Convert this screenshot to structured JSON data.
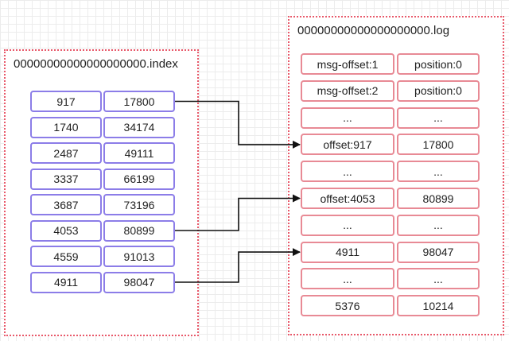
{
  "index_file": {
    "name": "00000000000000000000.index",
    "rows": [
      {
        "offset": "917",
        "position": "17800"
      },
      {
        "offset": "1740",
        "position": "34174"
      },
      {
        "offset": "2487",
        "position": "49111"
      },
      {
        "offset": "3337",
        "position": "66199"
      },
      {
        "offset": "3687",
        "position": "73196"
      },
      {
        "offset": "4053",
        "position": "80899"
      },
      {
        "offset": "4559",
        "position": "91013"
      },
      {
        "offset": "4911",
        "position": "98047"
      }
    ]
  },
  "log_file": {
    "name": "00000000000000000000.log",
    "rows": [
      {
        "offset": "msg-offset:1",
        "position": "position:0"
      },
      {
        "offset": "msg-offset:2",
        "position": "position:0"
      },
      {
        "offset": "...",
        "position": "..."
      },
      {
        "offset": "offset:917",
        "position": "17800"
      },
      {
        "offset": "...",
        "position": "..."
      },
      {
        "offset": "offset:4053",
        "position": "80899"
      },
      {
        "offset": "...",
        "position": "..."
      },
      {
        "offset": "4911",
        "position": "98047"
      },
      {
        "offset": "...",
        "position": "..."
      },
      {
        "offset": "5376",
        "position": "10214"
      }
    ]
  },
  "links": [
    {
      "from_index_row": 0,
      "to_log_row": 3
    },
    {
      "from_index_row": 5,
      "to_log_row": 5
    },
    {
      "from_index_row": 7,
      "to_log_row": 7
    }
  ],
  "colors": {
    "index_border": "#8c7de8",
    "log_border": "#e88a95",
    "panel_border": "#e8596a",
    "arrow": "#111111"
  }
}
